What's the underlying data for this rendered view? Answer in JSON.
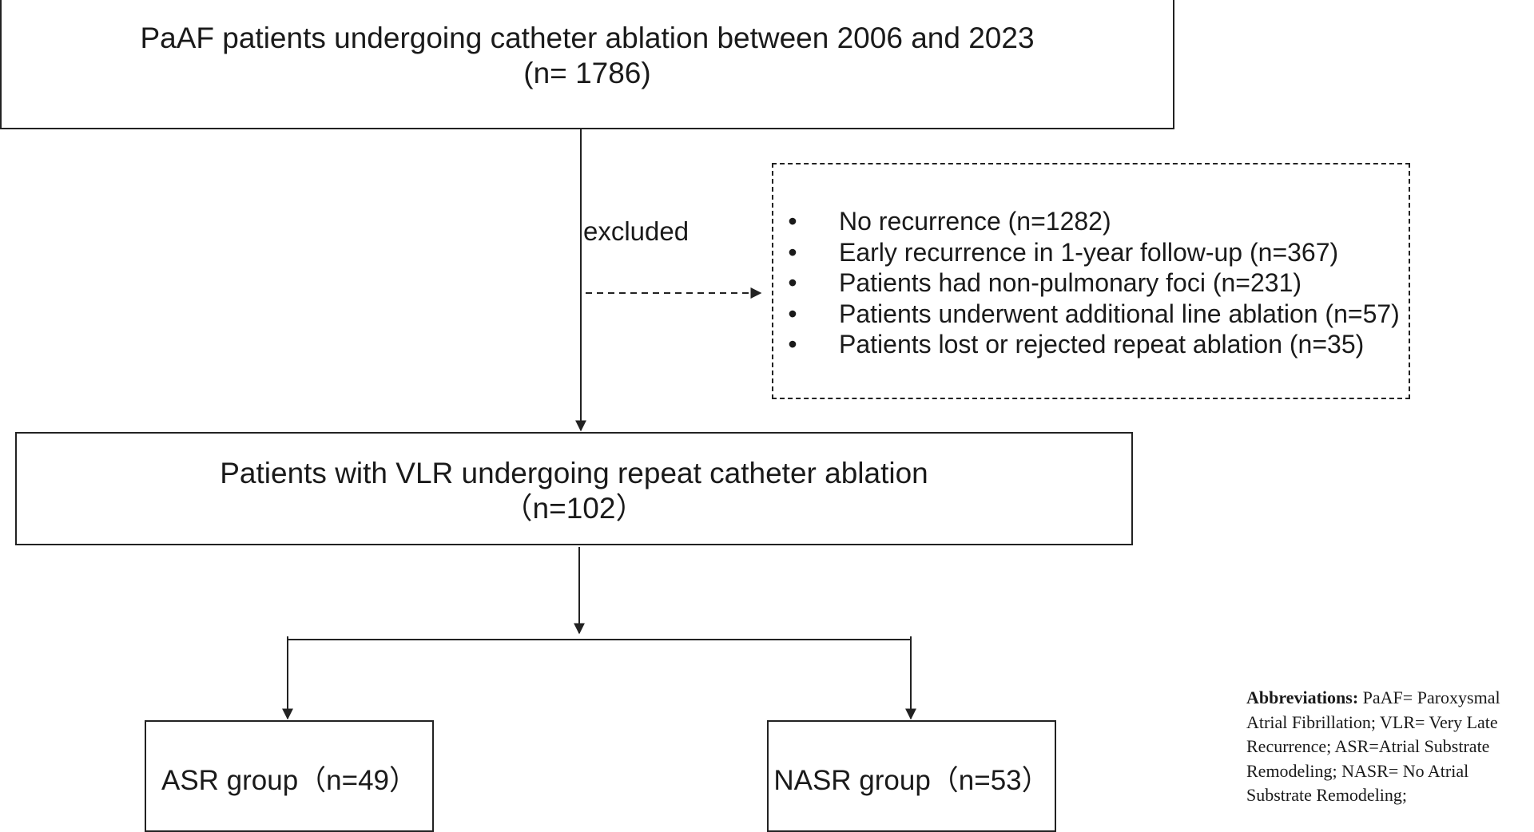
{
  "flowchart": {
    "top_box": {
      "line1": "PaAF patients undergoing catheter ablation between 2006 and 2023",
      "line2": "(n= 1786)"
    },
    "excluded_label": "excluded",
    "exclusions": [
      "No recurrence (n=1282)",
      "Early recurrence in 1-year follow-up (n=367)",
      "Patients had non-pulmonary foci (n=231)",
      "Patients underwent additional line ablation (n=57)",
      "Patients lost or rejected repeat ablation (n=35)"
    ],
    "bullet": "•",
    "middle_box": {
      "line1": "Patients with VLR undergoing repeat catheter ablation",
      "line2": "（n=102）"
    },
    "asr_box": "ASR group（n=49）",
    "nasr_box": "NASR group（n=53）"
  },
  "abbreviations": {
    "heading": "Abbreviations:",
    "text": " PaAF= Paroxysmal Atrial Fibrillation; VLR= Very Late Recurrence; ASR=Atrial Substrate Remodeling; NASR= No Atrial Substrate Remodeling;"
  },
  "colors": {
    "line": "#222222",
    "text": "#1a1a1a",
    "background": "#ffffff"
  }
}
